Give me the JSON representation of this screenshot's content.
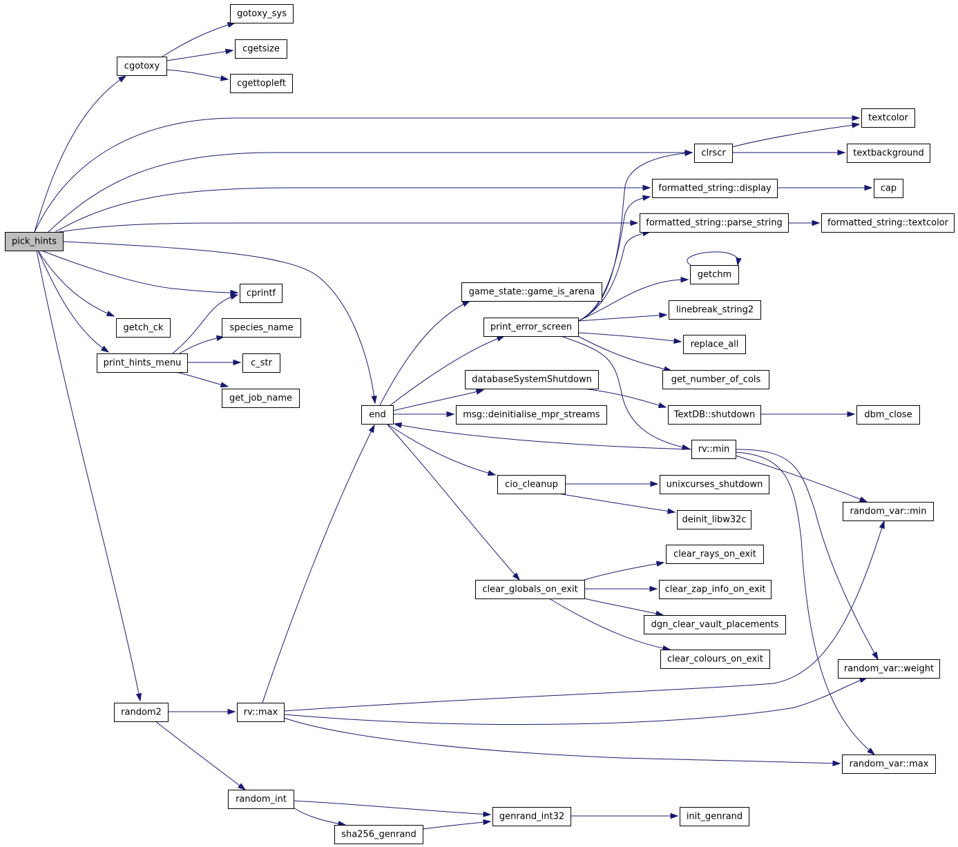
{
  "graph": {
    "colors": {
      "edge": "#191970",
      "node_fill": "#ffffff",
      "root_fill": "#bfbfbf",
      "node_border": "#000000"
    },
    "nodes": [
      {
        "id": "pick_hints",
        "label": "pick_hints",
        "root": true
      },
      {
        "id": "cgotoxy",
        "label": "cgotoxy"
      },
      {
        "id": "gotoxy_sys",
        "label": "gotoxy_sys"
      },
      {
        "id": "cgetsize",
        "label": "cgetsize"
      },
      {
        "id": "cgettopleft",
        "label": "cgettopleft"
      },
      {
        "id": "textcolor",
        "label": "textcolor"
      },
      {
        "id": "clrscr",
        "label": "clrscr"
      },
      {
        "id": "textbackground",
        "label": "textbackground"
      },
      {
        "id": "fs_display",
        "label": "formatted_string::display"
      },
      {
        "id": "cap",
        "label": "cap"
      },
      {
        "id": "fs_parse",
        "label": "formatted_string::parse_string"
      },
      {
        "id": "fs_textcolor",
        "label": "formatted_string::textcolor"
      },
      {
        "id": "getchm",
        "label": "getchm"
      },
      {
        "id": "cprintf",
        "label": "cprintf"
      },
      {
        "id": "game_is_arena",
        "label": "game_state::game_is_arena"
      },
      {
        "id": "linebreak",
        "label": "linebreak_string2"
      },
      {
        "id": "getch_ck",
        "label": "getch_ck"
      },
      {
        "id": "species_name",
        "label": "species_name"
      },
      {
        "id": "print_error_screen",
        "label": "print_error_screen"
      },
      {
        "id": "replace_all",
        "label": "replace_all"
      },
      {
        "id": "print_hints_menu",
        "label": "print_hints_menu"
      },
      {
        "id": "c_str",
        "label": "c_str"
      },
      {
        "id": "get_number_of_cols",
        "label": "get_number_of_cols"
      },
      {
        "id": "dbshutdown",
        "label": "databaseSystemShutdown"
      },
      {
        "id": "get_job_name",
        "label": "get_job_name"
      },
      {
        "id": "end",
        "label": "end"
      },
      {
        "id": "msg_deinit",
        "label": "msg::deinitialise_mpr_streams"
      },
      {
        "id": "textdb_shutdown",
        "label": "TextDB::shutdown"
      },
      {
        "id": "dbm_close",
        "label": "dbm_close"
      },
      {
        "id": "rv_min",
        "label": "rv::min"
      },
      {
        "id": "cio_cleanup",
        "label": "cio_cleanup"
      },
      {
        "id": "unixcurses_shutdown",
        "label": "unixcurses_shutdown"
      },
      {
        "id": "random_var_min",
        "label": "random_var::min"
      },
      {
        "id": "deinit_libw32c",
        "label": "deinit_libw32c"
      },
      {
        "id": "clear_rays",
        "label": "clear_rays_on_exit"
      },
      {
        "id": "clear_globals",
        "label": "clear_globals_on_exit"
      },
      {
        "id": "clear_zap",
        "label": "clear_zap_info_on_exit"
      },
      {
        "id": "dgn_clear",
        "label": "dgn_clear_vault_placements"
      },
      {
        "id": "clear_colours",
        "label": "clear_colours_on_exit"
      },
      {
        "id": "random_var_weight",
        "label": "random_var::weight"
      },
      {
        "id": "random2",
        "label": "random2"
      },
      {
        "id": "rv_max",
        "label": "rv::max"
      },
      {
        "id": "random_var_max",
        "label": "random_var::max"
      },
      {
        "id": "random_int",
        "label": "random_int"
      },
      {
        "id": "genrand_int32",
        "label": "genrand_int32"
      },
      {
        "id": "init_genrand",
        "label": "init_genrand"
      },
      {
        "id": "sha256_genrand",
        "label": "sha256_genrand"
      }
    ],
    "edges": [
      {
        "from": "pick_hints",
        "to": "cgotoxy"
      },
      {
        "from": "pick_hints",
        "to": "textcolor"
      },
      {
        "from": "pick_hints",
        "to": "clrscr"
      },
      {
        "from": "pick_hints",
        "to": "fs_display"
      },
      {
        "from": "pick_hints",
        "to": "fs_parse"
      },
      {
        "from": "pick_hints",
        "to": "cprintf"
      },
      {
        "from": "pick_hints",
        "to": "getch_ck"
      },
      {
        "from": "pick_hints",
        "to": "print_hints_menu"
      },
      {
        "from": "pick_hints",
        "to": "end"
      },
      {
        "from": "pick_hints",
        "to": "random2"
      },
      {
        "from": "cgotoxy",
        "to": "gotoxy_sys"
      },
      {
        "from": "cgotoxy",
        "to": "cgetsize"
      },
      {
        "from": "cgotoxy",
        "to": "cgettopleft"
      },
      {
        "from": "clrscr",
        "to": "textcolor"
      },
      {
        "from": "clrscr",
        "to": "textbackground"
      },
      {
        "from": "fs_display",
        "to": "cap"
      },
      {
        "from": "fs_parse",
        "to": "fs_textcolor"
      },
      {
        "from": "getchm",
        "to": "getchm"
      },
      {
        "from": "print_hints_menu",
        "to": "cprintf"
      },
      {
        "from": "print_hints_menu",
        "to": "species_name"
      },
      {
        "from": "print_hints_menu",
        "to": "c_str"
      },
      {
        "from": "print_hints_menu",
        "to": "get_job_name"
      },
      {
        "from": "end",
        "to": "game_is_arena"
      },
      {
        "from": "end",
        "to": "print_error_screen"
      },
      {
        "from": "end",
        "to": "dbshutdown"
      },
      {
        "from": "end",
        "to": "msg_deinit"
      },
      {
        "from": "end",
        "to": "cio_cleanup"
      },
      {
        "from": "end",
        "to": "clear_globals"
      },
      {
        "from": "print_error_screen",
        "to": "clrscr"
      },
      {
        "from": "print_error_screen",
        "to": "fs_display"
      },
      {
        "from": "print_error_screen",
        "to": "fs_parse"
      },
      {
        "from": "print_error_screen",
        "to": "getchm"
      },
      {
        "from": "print_error_screen",
        "to": "linebreak"
      },
      {
        "from": "print_error_screen",
        "to": "replace_all"
      },
      {
        "from": "print_error_screen",
        "to": "get_number_of_cols"
      },
      {
        "from": "print_error_screen",
        "to": "rv_min"
      },
      {
        "from": "dbshutdown",
        "to": "textdb_shutdown"
      },
      {
        "from": "textdb_shutdown",
        "to": "dbm_close"
      },
      {
        "from": "rv_min",
        "to": "end"
      },
      {
        "from": "rv_min",
        "to": "random_var_min"
      },
      {
        "from": "rv_min",
        "to": "random_var_weight"
      },
      {
        "from": "rv_min",
        "to": "random_var_max"
      },
      {
        "from": "cio_cleanup",
        "to": "unixcurses_shutdown"
      },
      {
        "from": "cio_cleanup",
        "to": "deinit_libw32c"
      },
      {
        "from": "clear_globals",
        "to": "clear_rays"
      },
      {
        "from": "clear_globals",
        "to": "clear_zap"
      },
      {
        "from": "clear_globals",
        "to": "dgn_clear"
      },
      {
        "from": "clear_globals",
        "to": "clear_colours"
      },
      {
        "from": "random2",
        "to": "rv_max"
      },
      {
        "from": "random2",
        "to": "random_int"
      },
      {
        "from": "rv_max",
        "to": "end"
      },
      {
        "from": "rv_max",
        "to": "random_var_min"
      },
      {
        "from": "rv_max",
        "to": "random_var_weight"
      },
      {
        "from": "rv_max",
        "to": "random_var_max"
      },
      {
        "from": "random_int",
        "to": "genrand_int32"
      },
      {
        "from": "random_int",
        "to": "sha256_genrand"
      },
      {
        "from": "sha256_genrand",
        "to": "genrand_int32"
      },
      {
        "from": "genrand_int32",
        "to": "init_genrand"
      }
    ]
  }
}
